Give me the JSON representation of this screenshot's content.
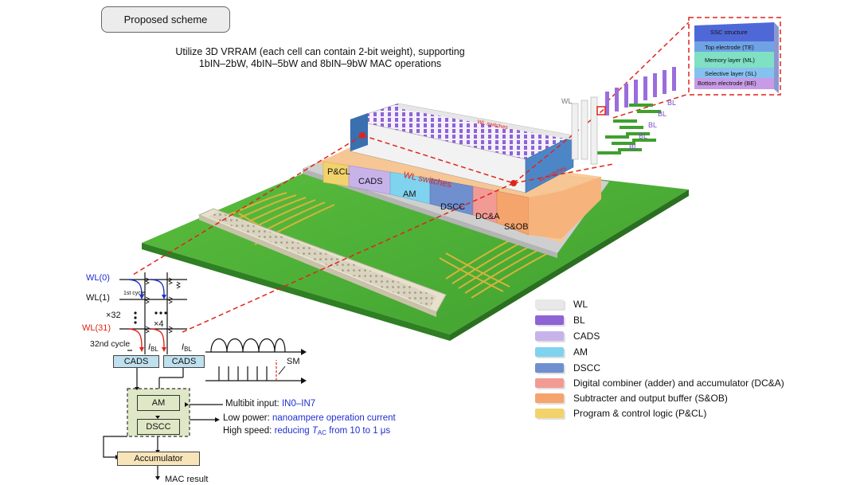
{
  "badge": {
    "label": "Proposed scheme"
  },
  "description": {
    "line1": "Utilize 3D VRRAM (each cell can contain 2-bit weight), supporting",
    "line2": "1bIN–2bW, 4bIN–5bW and 8bIN–9bW MAC operations"
  },
  "chip_blocks": {
    "pcl": "P&CL",
    "cads": "CADS",
    "am": "AM",
    "dscc": "DSCC",
    "dca": "DC&A",
    "sob": "S&OB",
    "wl_switches_front": "WL switches",
    "wl_switches_top": "WL switches",
    "bl_switches": "BL switches"
  },
  "inset": {
    "ssc": "SSC structure",
    "te": "Top electrode (TE)",
    "ml": "Memory layer (ML)",
    "sl": "Selective layer (SL)",
    "be": "Bottom electrode (BE)"
  },
  "array_labels": {
    "wl": "WL",
    "bl": "BL"
  },
  "legend": [
    {
      "label": "WL",
      "color": "#e8e8e8"
    },
    {
      "label": "BL",
      "color": "#8e63d6"
    },
    {
      "label": "CADS",
      "color": "#c7b3ea"
    },
    {
      "label": "AM",
      "color": "#7fd3ee"
    },
    {
      "label": "DSCC",
      "color": "#6f8fcf"
    },
    {
      "label": "Digital combiner (adder) and accumulator (DC&A)",
      "color": "#f29b94"
    },
    {
      "label": "Subtracter and output buffer (S&OB)",
      "color": "#f5a46c"
    },
    {
      "label": "Program & control logic (P&CL)",
      "color": "#f2d36b"
    }
  ],
  "circuit": {
    "wl0": "WL(0)",
    "wl1": "WL(1)",
    "wl31": "WL(31)",
    "cycle1": "1st cycle",
    "cycle32": "32nd cycle",
    "x32": "×32",
    "x4": "×4",
    "ibl": "I",
    "ibl_sub": "BL",
    "cads1": "CADS",
    "cads2": "CADS",
    "am": "AM",
    "dscc": "DSCC",
    "accumulator": "Accumulator",
    "mac": "MAC result",
    "sm": "SM"
  },
  "info": {
    "multibit_label": "Multibit input: ",
    "multibit_value": "IN0–IN7",
    "power_label": "Low power: ",
    "power_value": "nanoampere operation current",
    "speed_label": "High speed: ",
    "speed_value_a": "reducing ",
    "speed_t": "T",
    "speed_tsub": "AC",
    "speed_value_b": " from 10 to 1 μs"
  }
}
